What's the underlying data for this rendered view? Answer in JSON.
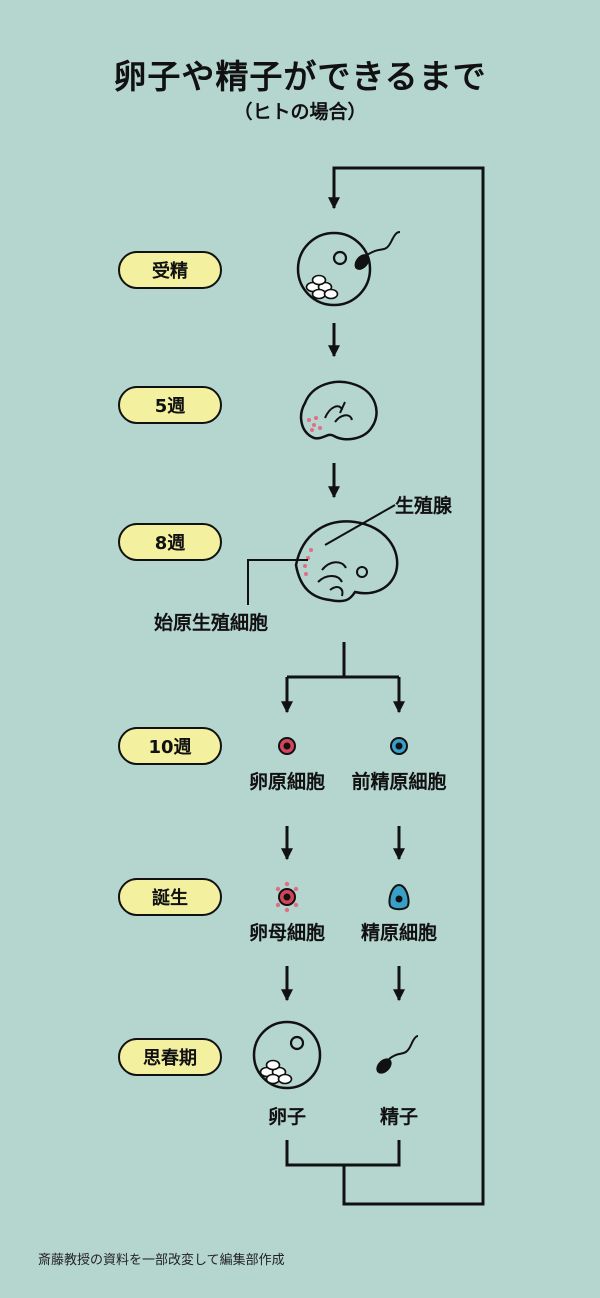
{
  "title": "卵子や精子ができるまで",
  "subtitle": "（ヒトの場合）",
  "stages": [
    {
      "label": "受精"
    },
    {
      "label": "5週"
    },
    {
      "label": "8週"
    },
    {
      "label": "10週"
    },
    {
      "label": "誕生"
    },
    {
      "label": "思春期"
    }
  ],
  "labels": {
    "gonad": "生殖腺",
    "primordial_germ_cell": "始原生殖細胞",
    "oogonium": "卵原細胞",
    "prospermatogonium": "前精原細胞",
    "oocyte": "卵母細胞",
    "spermatogonium": "精原細胞",
    "egg": "卵子",
    "sperm": "精子"
  },
  "credit": "斎藤教授の資料を一部改変して編集部作成",
  "colors": {
    "background": "#b5d5cf",
    "stage_fill": "#f3f0a0",
    "female_cell": "#d2455b",
    "male_cell": "#3a9fc8",
    "germ_dots": "#e06f86"
  }
}
